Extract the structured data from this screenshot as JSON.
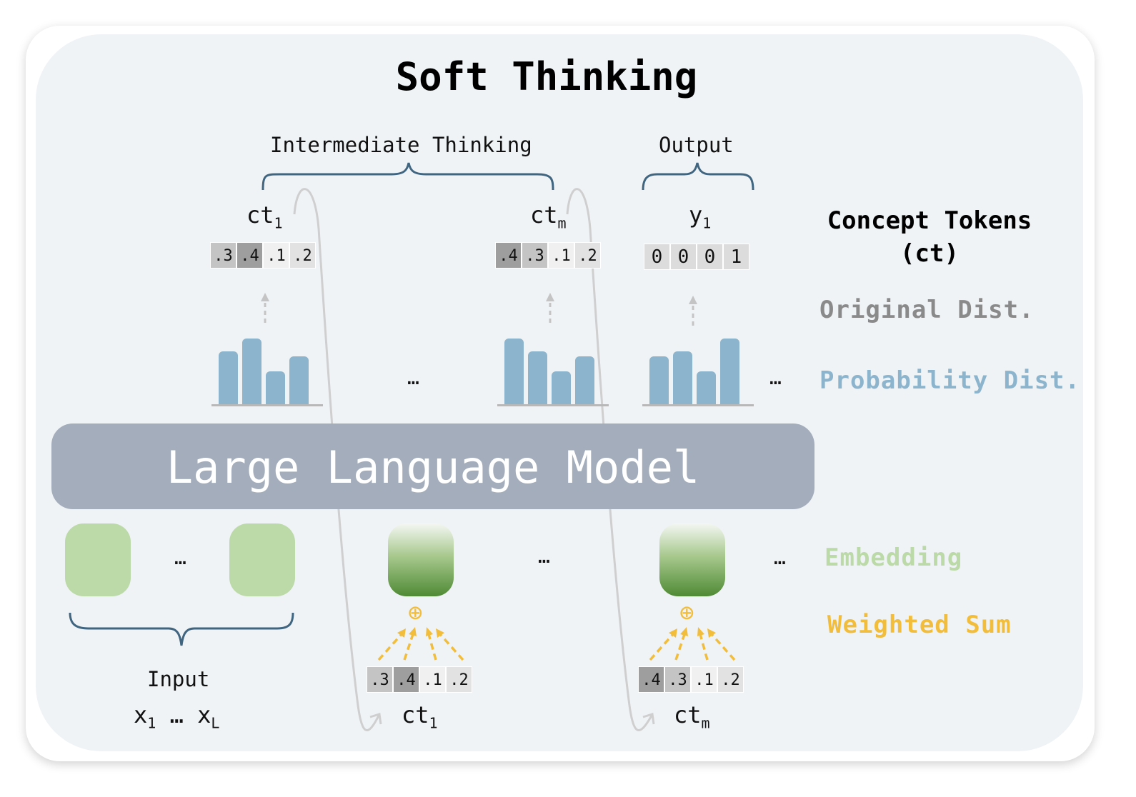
{
  "title": "Soft Thinking",
  "header": {
    "intermediate": "Intermediate Thinking",
    "output": "Output"
  },
  "tokens": {
    "ct1_main": "ct",
    "ct1_sub": "1",
    "ctm_main": "ct",
    "ctm_sub": "m",
    "y1_main": "y",
    "y1_sub": "1"
  },
  "dists": {
    "ct1": [
      ".3",
      ".4",
      ".1",
      ".2"
    ],
    "ctm": [
      ".4",
      ".3",
      ".1",
      ".2"
    ],
    "output": [
      "0",
      "0",
      "0",
      "1"
    ]
  },
  "dist_colors": {
    ".4": "#9e9e9e",
    ".3": "#c4c4c4",
    ".1": "#f0f0f0",
    ".2": "#e2e2e2"
  },
  "prob_bars": {
    "ct1": [
      0.35,
      0.44,
      0.22,
      0.32
    ],
    "ctm": [
      0.44,
      0.35,
      0.22,
      0.32
    ],
    "output": [
      0.32,
      0.35,
      0.22,
      0.44
    ]
  },
  "sidebar": {
    "concept_line1": "Concept Tokens",
    "concept_line2": "(ct)",
    "original": "Original Dist.",
    "probability": "Probability Dist.",
    "embedding": "Embedding",
    "weighted": "Weighted Sum"
  },
  "sidebar_colors": {
    "original": "#8a8a8a",
    "probability": "#8cb5cd",
    "embedding": "#bcd9a8",
    "weighted": "#f2bd3b"
  },
  "llm": "Large Language Model",
  "ellipsis": "…",
  "plus": "⊕",
  "input": {
    "label": "Input",
    "x_main": "x",
    "x1_sub": "1",
    "xL_sub": "L",
    "dots": "…"
  }
}
